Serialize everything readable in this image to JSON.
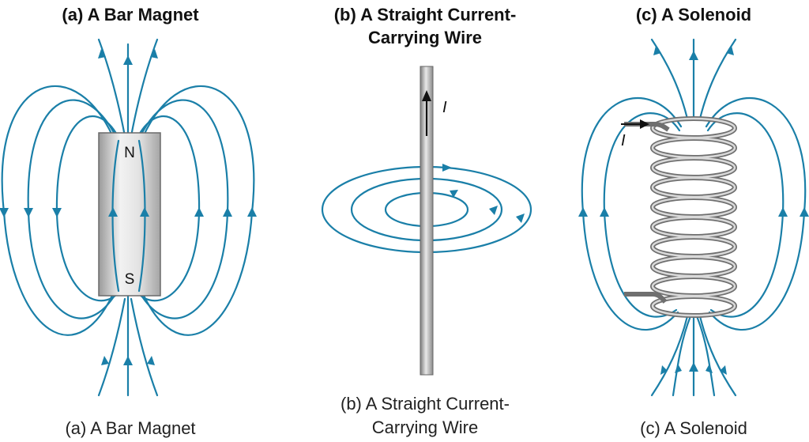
{
  "panels": {
    "a": {
      "title": "(a) A Bar Magnet",
      "caption": "(a) A Bar Magnet",
      "north_label": "N",
      "south_label": "S"
    },
    "b": {
      "title_line1": "(b) A Straight Current-",
      "title_line2": "Carrying Wire",
      "caption_line1": "(b) A Straight Current-",
      "caption_line2": "Carrying Wire",
      "current_label": "I"
    },
    "c": {
      "title": "(c) A Solenoid",
      "caption": "(c) A Solenoid",
      "current_label": "I"
    }
  },
  "colors": {
    "field_line": "#1a7fa8",
    "metal_light": "#e6e6e6",
    "metal_dark": "#8c8c8c",
    "text": "#111111"
  },
  "icons": {
    "field_arrow": "arrowhead"
  }
}
